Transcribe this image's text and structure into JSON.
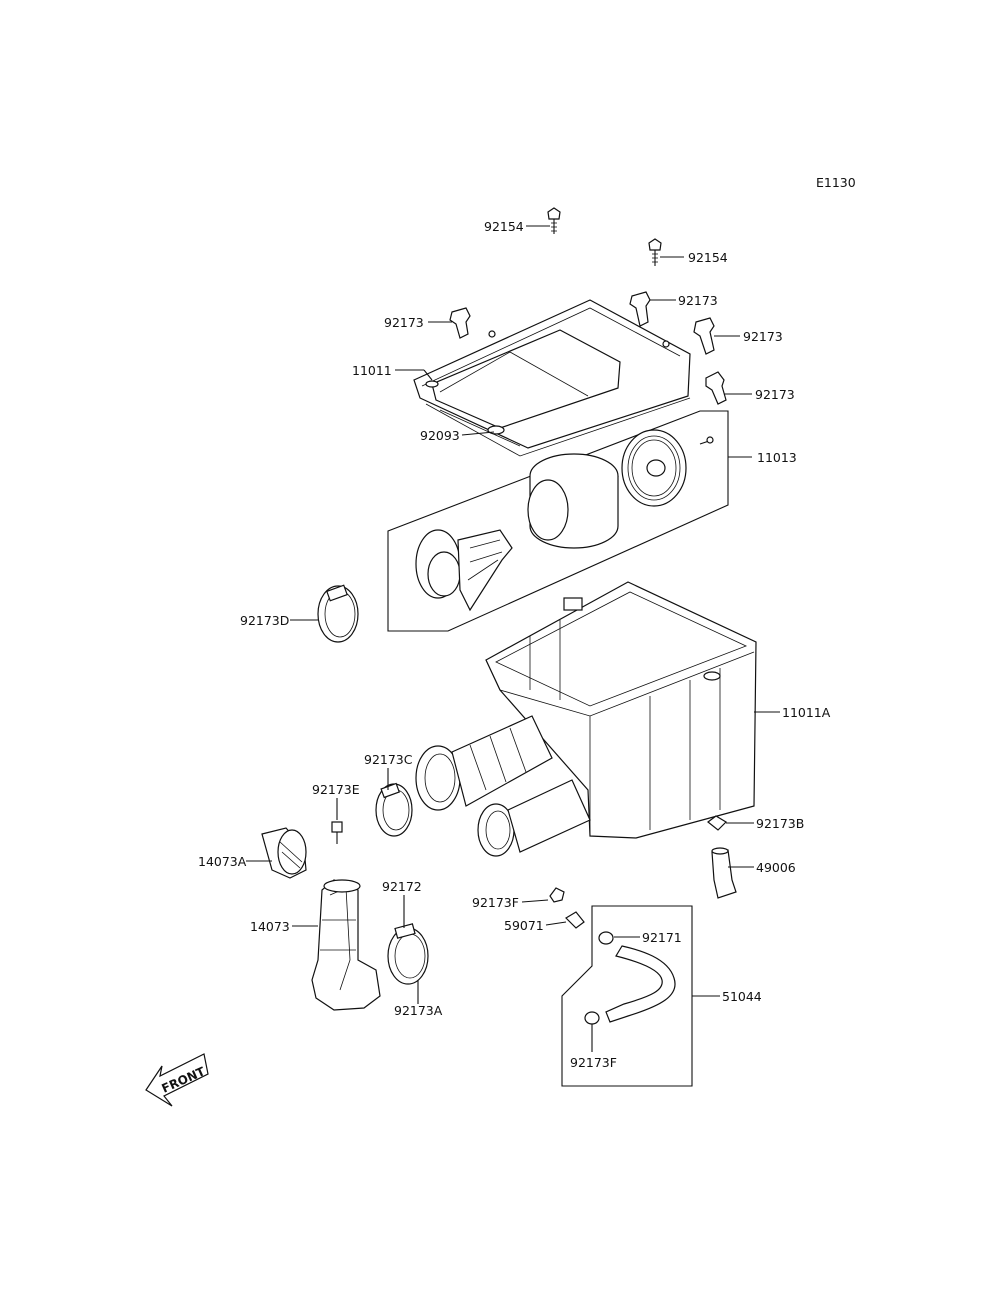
{
  "diagram": {
    "code": "E1130",
    "front_label": "FRONT",
    "parts": {
      "p92154a": "92154",
      "p92154b": "92154",
      "p92173a": "92173",
      "p92173b": "92173",
      "p92173c": "92173",
      "p92173d": "92173",
      "p11011": "11011",
      "p92093": "92093",
      "p11013": "11013",
      "p92173D": "92173D",
      "p11011A": "11011A",
      "p92173C": "92173C",
      "p92173E": "92173E",
      "p92173B": "92173B",
      "p14073A": "14073A",
      "p49006": "49006",
      "p92172": "92172",
      "p92173F_a": "92173F",
      "p59071": "59071",
      "p92171": "92171",
      "p14073": "14073",
      "p51044": "51044",
      "p92173A": "92173A",
      "p92173F_b": "92173F"
    }
  }
}
